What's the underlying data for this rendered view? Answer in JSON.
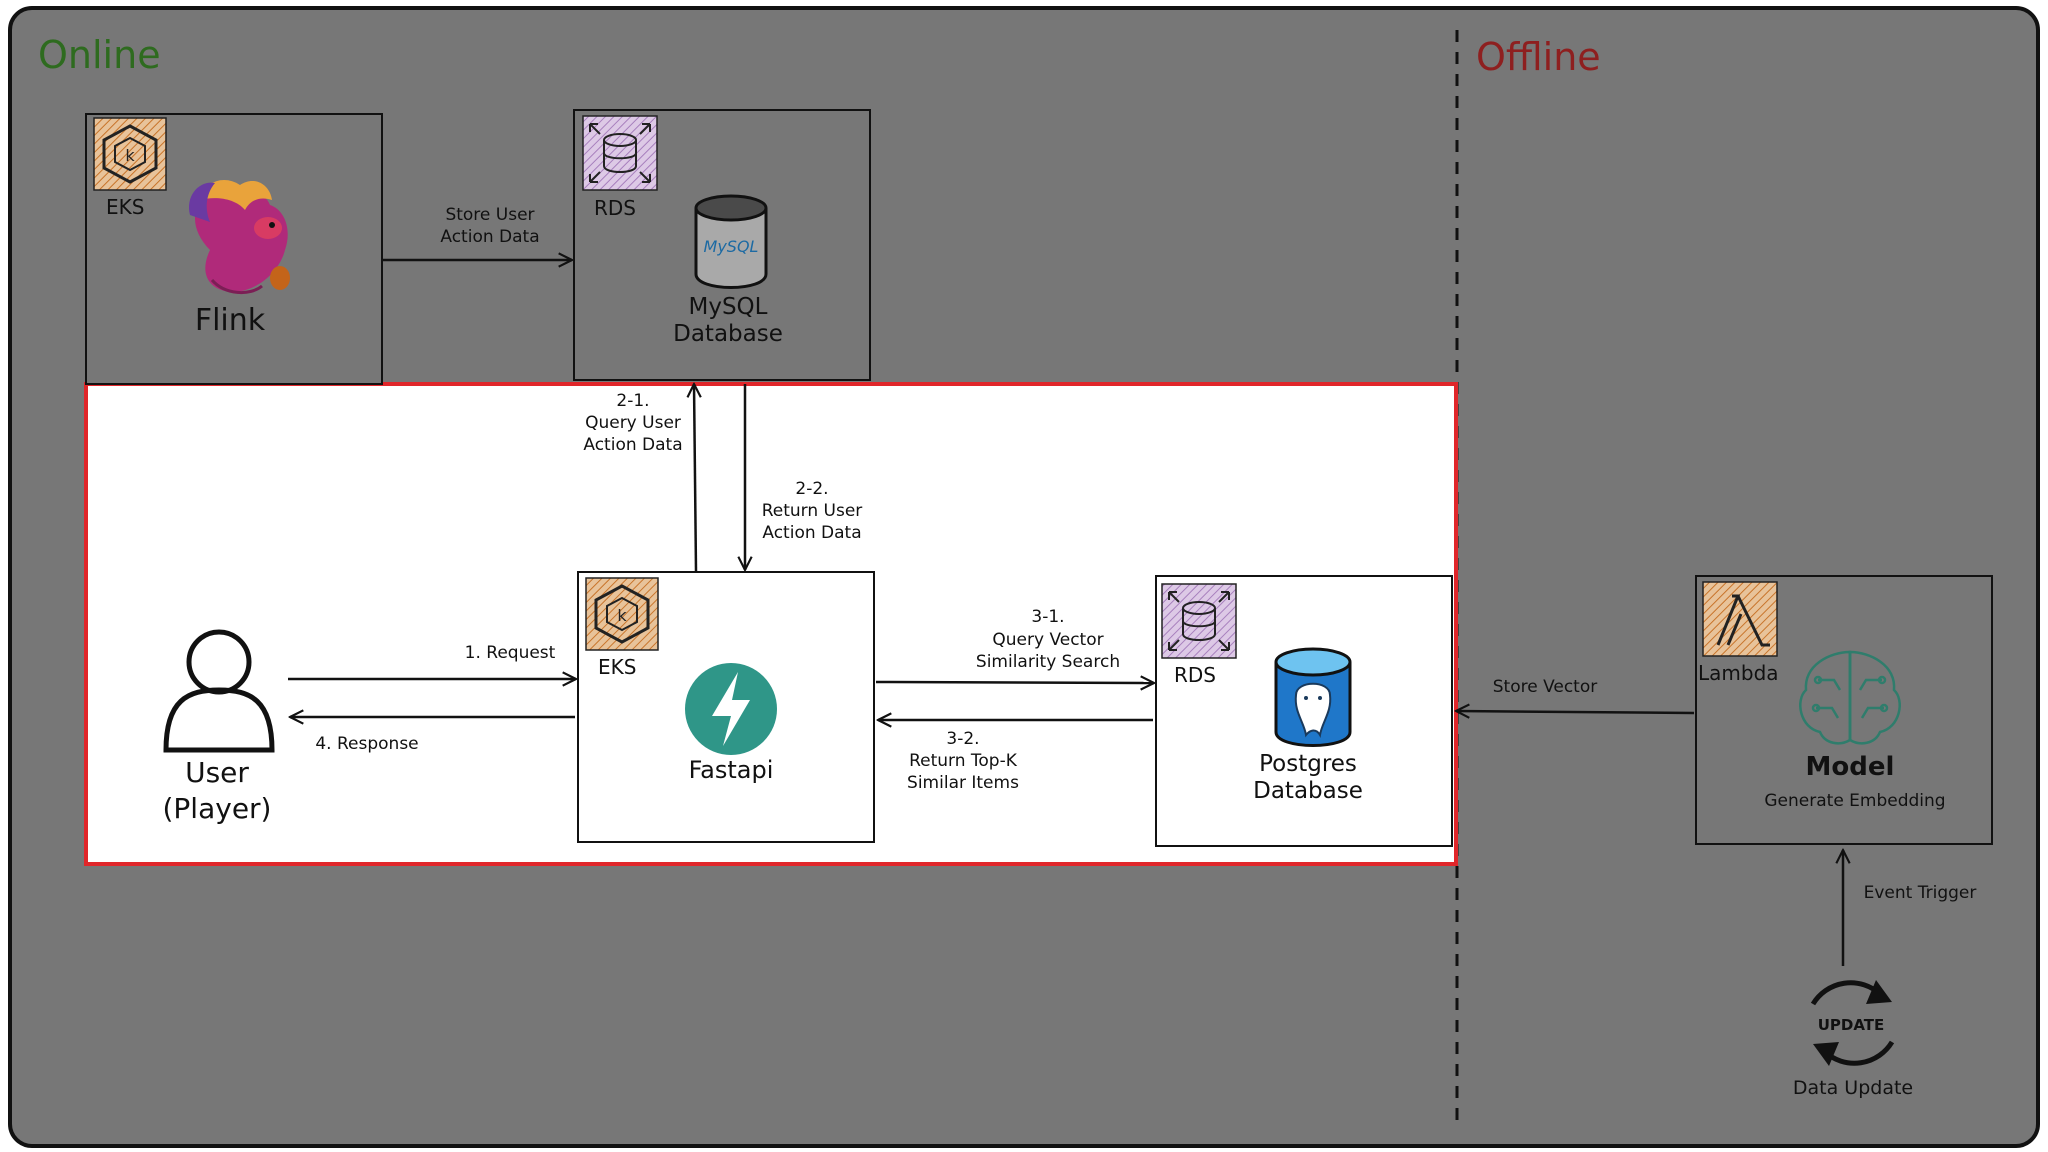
{
  "sections": {
    "online": "Online",
    "offline": "Offline"
  },
  "colors": {
    "frame_bg": "#777777",
    "highlight_bg": "#ffffff",
    "highlight_border": "#e0262a",
    "online_title": "#2e6b1f",
    "offline_title": "#8e1f1f",
    "fastapi_green": "#2f9688",
    "postgres_blue": "#1f77c9",
    "model_green": "#2f7d6c"
  },
  "nodes": {
    "flink": {
      "badge": "EKS",
      "label": "Flink"
    },
    "mysql": {
      "badge": "RDS",
      "label_line1": "MySQL",
      "label_line2": "Database",
      "logo_text": "MySQL"
    },
    "user": {
      "label_line1": "User",
      "label_line2": "(Player)"
    },
    "fastapi": {
      "badge": "EKS",
      "label": "Fastapi"
    },
    "postgres": {
      "badge": "RDS",
      "label_line1": "Postgres",
      "label_line2": "Database"
    },
    "model": {
      "badge": "Lambda",
      "label": "Model",
      "sublabel": "Generate Embedding"
    },
    "update": {
      "icon_text": "UPDATE",
      "label": "Data Update"
    }
  },
  "edges": {
    "store_user_action": {
      "line1": "Store User",
      "line2": "Action Data"
    },
    "query_user_action": {
      "line1": "2-1.",
      "line2": "Query User",
      "line3": "Action Data"
    },
    "return_user_action": {
      "line1": "2-2.",
      "line2": "Return User",
      "line3": "Action Data"
    },
    "request": {
      "label": "1. Request"
    },
    "response": {
      "label": "4. Response"
    },
    "query_vector": {
      "line1": "3-1.",
      "line2": "Query Vector",
      "line3": "Similarity Search"
    },
    "return_topk": {
      "line1": "3-2.",
      "line2": "Return Top-K",
      "line3": "Similar Items"
    },
    "store_vector": {
      "label": "Store Vector"
    },
    "event_trigger": {
      "label": "Event Trigger"
    }
  }
}
